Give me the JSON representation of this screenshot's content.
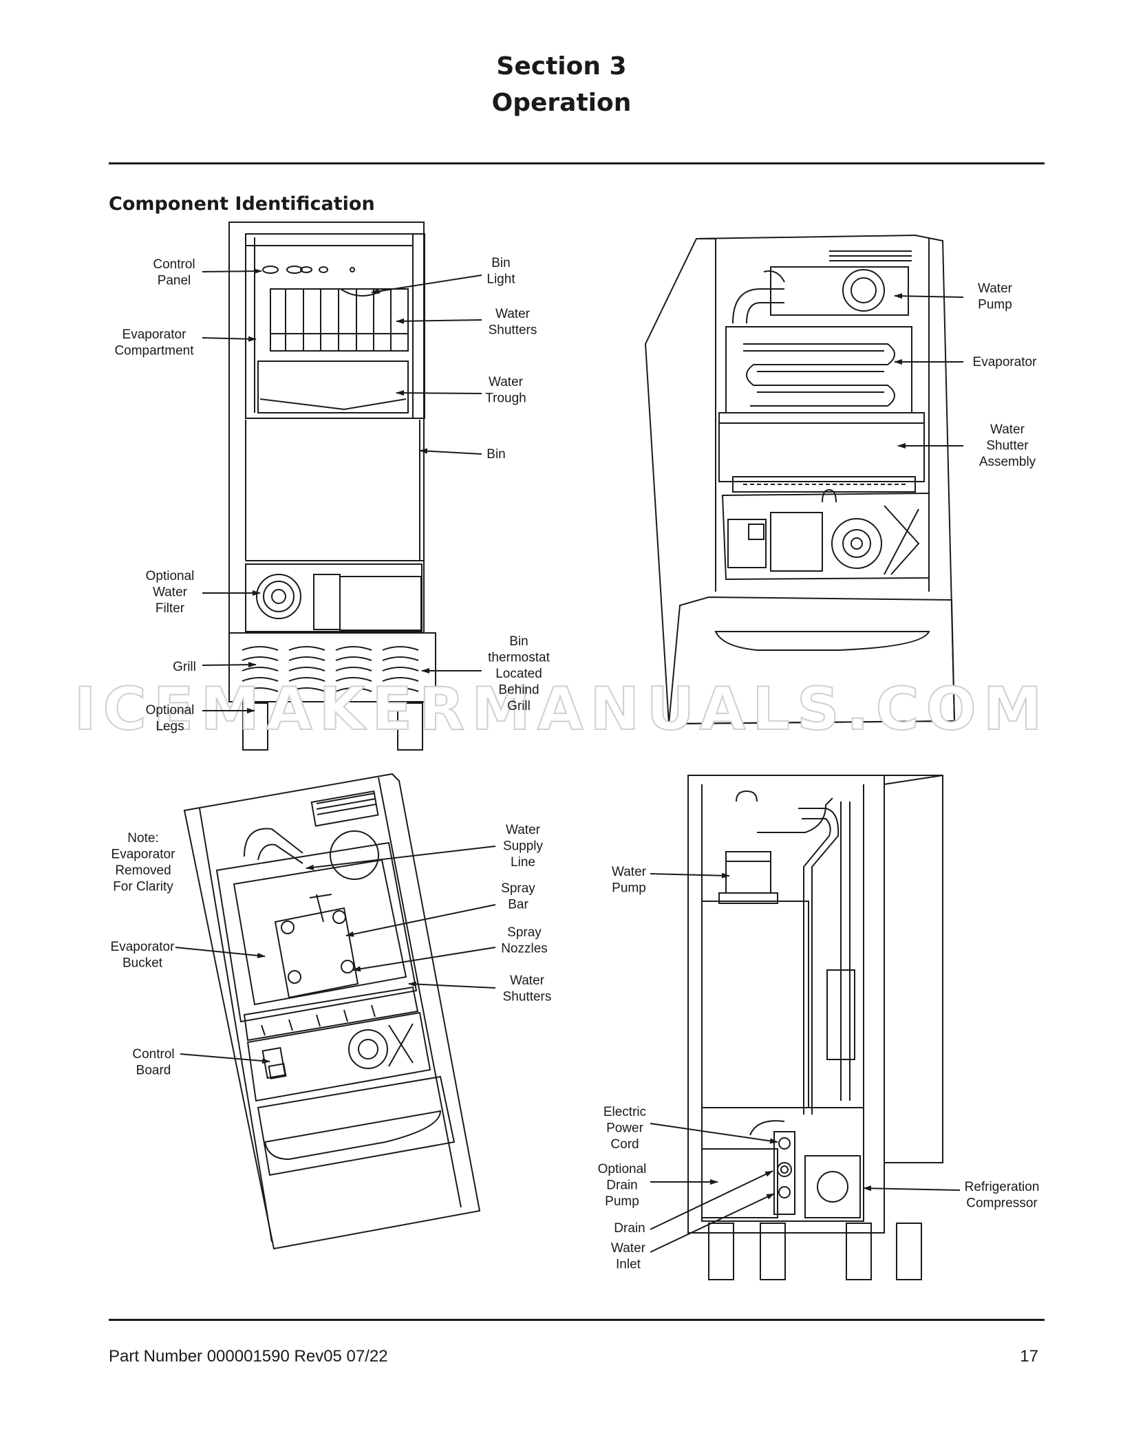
{
  "header": {
    "section": "Section 3",
    "title": "Operation",
    "subtitle": "Component Identification"
  },
  "watermark": "ICEMAKERMANUALS.COM",
  "callouts": {
    "control_panel": "Control\nPanel",
    "bin_light": "Bin\nLight",
    "evaporator_compartment": "Evaporator\nCompartment",
    "water_shutters_front": "Water\nShutters",
    "water_trough": "Water\nTrough",
    "bin": "Bin",
    "optional_water_filter": "Optional\nWater\nFilter",
    "grill": "Grill",
    "bin_thermostat": "Bin\nthermostat\nLocated\nBehind\nGrill",
    "optional_legs": "Optional\nLegs",
    "water_pump_top": "Water\nPump",
    "evaporator": "Evaporator",
    "water_shutter_assembly": "Water\nShutter\nAssembly",
    "note_evaporator_removed": "Note:\nEvaporator\nRemoved\nFor Clarity",
    "water_supply_line": "Water\nSupply\nLine",
    "spray_bar": "Spray\nBar",
    "spray_nozzles": "Spray\nNozzles",
    "evaporator_bucket": "Evaporator\nBucket",
    "water_shutters_inner": "Water\nShutters",
    "control_board": "Control\nBoard",
    "water_pump_rear": "Water\nPump",
    "electric_power_cord": "Electric\nPower\nCord",
    "optional_drain_pump": "Optional\nDrain\nPump",
    "drain": "Drain",
    "water_inlet": "Water\nInlet",
    "refrigeration_compressor": "Refrigeration\nCompressor"
  },
  "footer": {
    "part_number": "Part Number 000001590 Rev05 07/22",
    "page_number": "17"
  }
}
